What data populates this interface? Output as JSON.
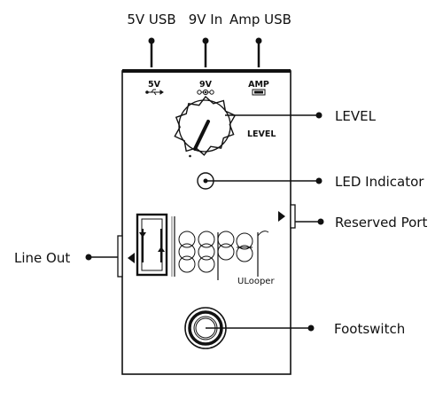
{
  "top_labels": {
    "usb_5v": "5V USB",
    "power_9v": "9V In",
    "amp_usb": "Amp USB"
  },
  "panel_labels": {
    "five_v": "5V",
    "nine_v": "9V",
    "amp": "AMP",
    "level": "LEVEL"
  },
  "callouts": {
    "level": "LEVEL",
    "led": "LED Indicator",
    "reserved_port": "Reserved Port",
    "line_out": "Line Out",
    "footswitch": "Footswitch"
  },
  "brand": {
    "name": "ULooper"
  },
  "icons": {
    "usb": "usb-icon",
    "dc_power": "dc-polarity-icon",
    "amp_port": "usb-port-icon"
  }
}
